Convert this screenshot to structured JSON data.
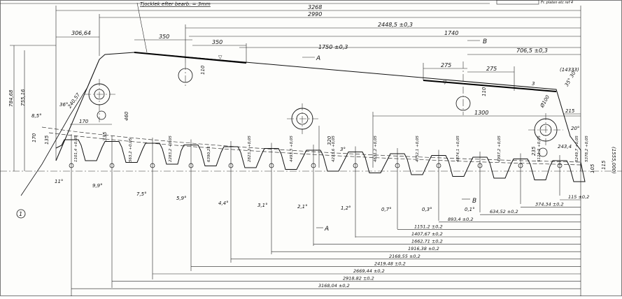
{
  "note": "Tjocklek efter bearb. = 3mm",
  "title_block": "Fr. platen etc ref 4",
  "top_dims": {
    "d3268": "3268",
    "d2990": "2990",
    "d2448": "2448,5 ±0,3",
    "d1740": "1740",
    "d1750": "1750 ±0,3",
    "d706": "706,5 ±0,3",
    "d306": "306,64",
    "d350a": "350",
    "d350b": "350",
    "d275a": "275",
    "d275b": "275",
    "d110a": "110",
    "d110b": "110",
    "d3": "3",
    "d1300": "1300",
    "d215": "215",
    "d243": "243,4",
    "d14333": "(14333)",
    "d35deg": "35° 30'",
    "d200": "Ø100",
    "d30deg": "30°",
    "d20deg": "20°",
    "d320": "320",
    "d3deg": "3°",
    "d235": "235",
    "d170a": "170",
    "d170b": "170",
    "d135": "135",
    "d460": "460",
    "d335": "335",
    "d2405": "240,57",
    "d8deg": "8,5°",
    "d36deg": "36°"
  },
  "left_dims": {
    "d784": "784,68",
    "d755": "755,16"
  },
  "right_dims": {
    "d1555": "(1555,000)",
    "d115r": "115",
    "d105r": "105"
  },
  "section_labels": {
    "a1": "A",
    "a2": "A",
    "b1": "B",
    "b2": "B"
  },
  "item_ref": "1",
  "teeth_labels": [
    "1101,4 +0,05",
    "563,2 +0,05",
    "2283,2 +0,05",
    "6390,25",
    "2823,3 +0,05",
    "4493,3 +0,05",
    "4213,6 +0,05",
    "4631,2 +0,05",
    "4752,1 +0,05",
    "4874,1 +0,05",
    "4997,2 +0,05",
    "5121,3 +0,05",
    "5249,7 +0,05",
    "5378,2 +0,05"
  ],
  "angles": [
    "11°",
    "9,9°",
    "7,5°",
    "5,9°",
    "4,4°",
    "3,1°",
    "2,1°",
    "1,2°",
    "0,7°",
    "0,3°",
    "0,1°"
  ],
  "bottom_dims": [
    "115 ±0,2",
    "374,34 ±0,2",
    "634,52 ±0,2",
    "893,4 ±0,2",
    "1151,2 ±0,2",
    "1407,67 ±0,2",
    "1662,71 ±0,2",
    "1916,38 ±0,2",
    "2168,55 ±0,2",
    "2419,48 ±0,2",
    "2669,44 ±0,2",
    "2918,82 ±0,2",
    "3168,04 ±0,2"
  ]
}
